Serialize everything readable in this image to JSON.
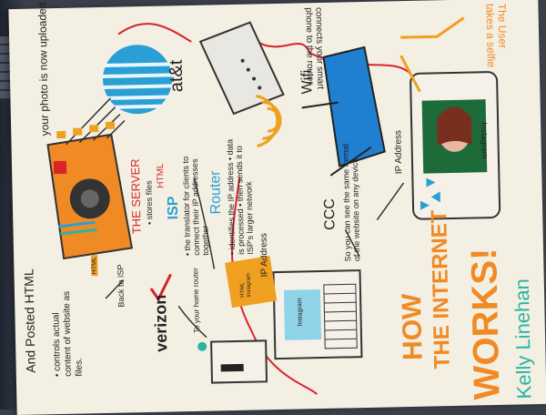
{
  "poster": {
    "title_line1": "HOW",
    "title_line2": "THE INTERNET",
    "title_line3": "WORKS!",
    "author": "Kelly Linehan",
    "photo_uploaded": "your photo is now uploaded",
    "att": "at&t",
    "wifi": "Wifi",
    "wifi_desc": "connects your smart phone to the router",
    "user_takes": "The User takes a selfie",
    "ip_address": "IP Address",
    "server_title": "THE SERVER",
    "server_desc": "• stores files",
    "server_html": "HTML",
    "isp_title": "ISP",
    "isp_desc": "• the translator for clients to connect their IP addresses together",
    "router_title": "Router",
    "router_desc": "• identifies the IP address • data is processed • then sends it to ISP's larger network",
    "ccc": "CCC",
    "ccc_desc": "So you can see the same format of the website on any device",
    "posted_html": "And Posted HTML",
    "posted_desc": "• controls actual content of website as files.",
    "back_to_isp": "Back to ISP",
    "verizon": "verizon",
    "to_your_router": "To your home router",
    "ip_address_laptop": "IP Address",
    "sticky_note": "HTML Instagram",
    "small_html_label": "HTML",
    "laptop_screen_label": "Instagram",
    "phone_screen_label": "Instagram"
  },
  "colors": {
    "paper": "#f4efe3",
    "title_orange": "#f08a24",
    "author_teal": "#2bb3a6",
    "att_blue": "#2a9fd6",
    "router_blue": "#1f7fd0",
    "red_wire": "#d8232a",
    "verizon_red": "#d8232a",
    "black": "#222222"
  }
}
